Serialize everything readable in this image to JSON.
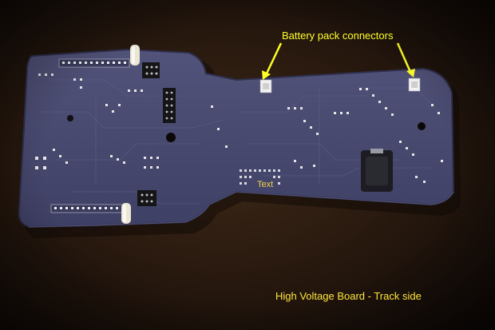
{
  "photo": {
    "label_connectors": "Battery pack connectors",
    "label_text": "Text",
    "caption": "High Voltage Board - Track side",
    "colors": {
      "background": "#2a1a0f",
      "pcb": "#48496e",
      "pcb_edge": "#2e2f4c",
      "silkscreen": "#e6e6e6",
      "annotation_yellow": "#ffff2a"
    }
  }
}
